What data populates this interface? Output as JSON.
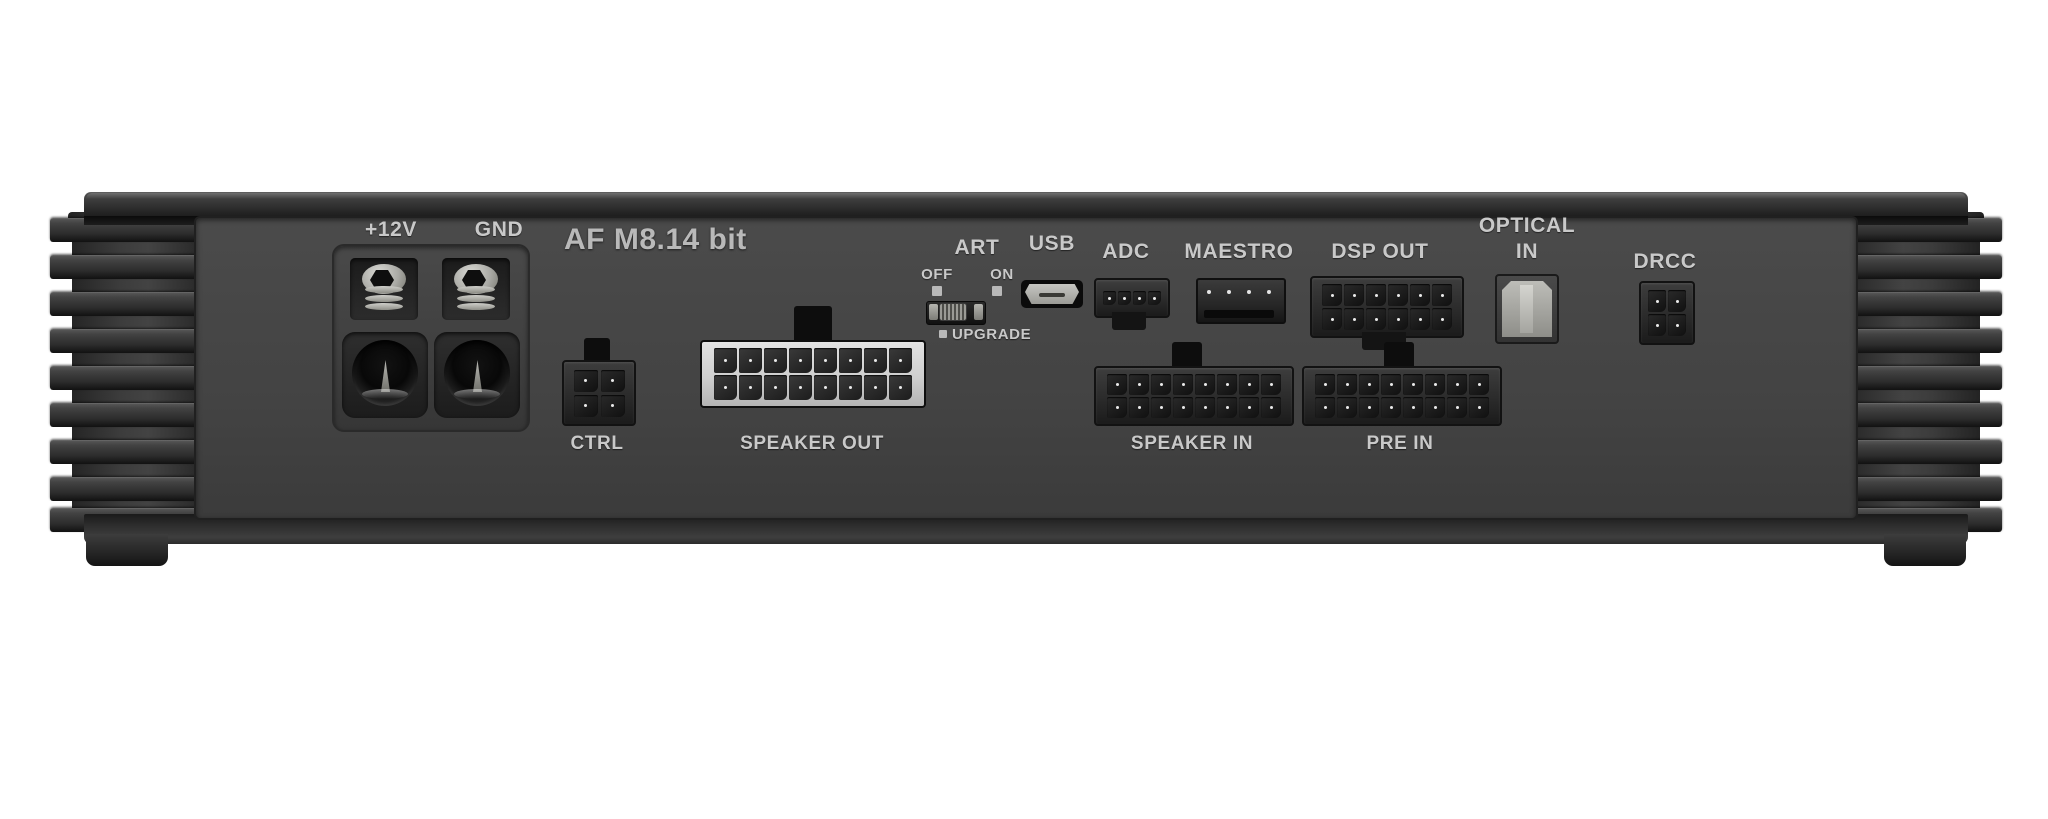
{
  "device": {
    "brand_model": "AF M8.14 bit",
    "type": "car-audio-amplifier-rear-panel"
  },
  "power_section": {
    "positive_label": "+12V",
    "ground_label": "GND",
    "terminal_style": "set-screw-binding-post"
  },
  "connectors": [
    {
      "id": "ctrl",
      "label": "CTRL",
      "pins": 4,
      "cols": 2,
      "rows": 2,
      "style": "dark",
      "label_position": "below"
    },
    {
      "id": "speaker_out",
      "label": "SPEAKER OUT",
      "pins": 16,
      "cols": 8,
      "rows": 2,
      "style": "light",
      "label_position": "below"
    },
    {
      "id": "adc",
      "label": "ADC",
      "pins": 4,
      "cols": 4,
      "rows": 1,
      "style": "dark",
      "label_position": "above"
    },
    {
      "id": "maestro",
      "label": "MAESTRO",
      "pins": 4,
      "cols": 4,
      "rows": 1,
      "style": "flat",
      "label_position": "above"
    },
    {
      "id": "dsp_out",
      "label": "DSP OUT",
      "pins": 12,
      "cols": 6,
      "rows": 2,
      "style": "dark",
      "label_position": "above"
    },
    {
      "id": "drcc",
      "label": "DRCC",
      "pins": 4,
      "cols": 2,
      "rows": 2,
      "style": "dark",
      "label_position": "above"
    },
    {
      "id": "speaker_in",
      "label": "SPEAKER IN",
      "pins": 16,
      "cols": 8,
      "rows": 2,
      "style": "dark",
      "label_position": "below"
    },
    {
      "id": "pre_in",
      "label": "PRE IN",
      "pins": 16,
      "cols": 8,
      "rows": 2,
      "style": "dark",
      "label_position": "below"
    }
  ],
  "art_switch": {
    "title": "ART",
    "off_label": "OFF",
    "on_label": "ON",
    "upgrade_label": "UPGRADE",
    "position": "ON"
  },
  "usb": {
    "label": "USB",
    "type": "micro-usb"
  },
  "optical": {
    "label_line1": "OPTICAL",
    "label_line2": "IN",
    "type": "toslink"
  },
  "colors": {
    "body": "#434343",
    "chassis_dark": "#1b1b1b",
    "label_text": "#c9c9c9",
    "model_text": "#b9b9b9",
    "light_connector": "#d8d8d8",
    "pcb_green": "#3f6a4a",
    "background": "#ffffff"
  }
}
